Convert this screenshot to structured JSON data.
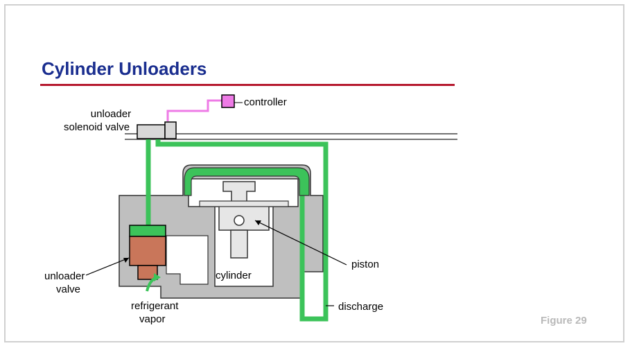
{
  "slide": {
    "title": "Cylinder Unloaders",
    "figure_label": "Figure 29"
  },
  "diagram": {
    "labels": {
      "controller": "controller",
      "solenoid_line1": "unloader",
      "solenoid_line2": "solenoid valve",
      "unloader_line1": "unloader",
      "unloader_line2": "valve",
      "refrigerant_line1": "refrigerant",
      "refrigerant_line2": "vapor",
      "cylinder": "cylinder",
      "piston": "piston",
      "discharge": "discharge"
    },
    "colors": {
      "title": "#1a2e8f",
      "rule": "#b5172d",
      "gas_line": "#3cc35a",
      "controller": "#ee7be6",
      "unloader_valve_body": "#c9765a",
      "housing": "#bfbfbf"
    }
  }
}
